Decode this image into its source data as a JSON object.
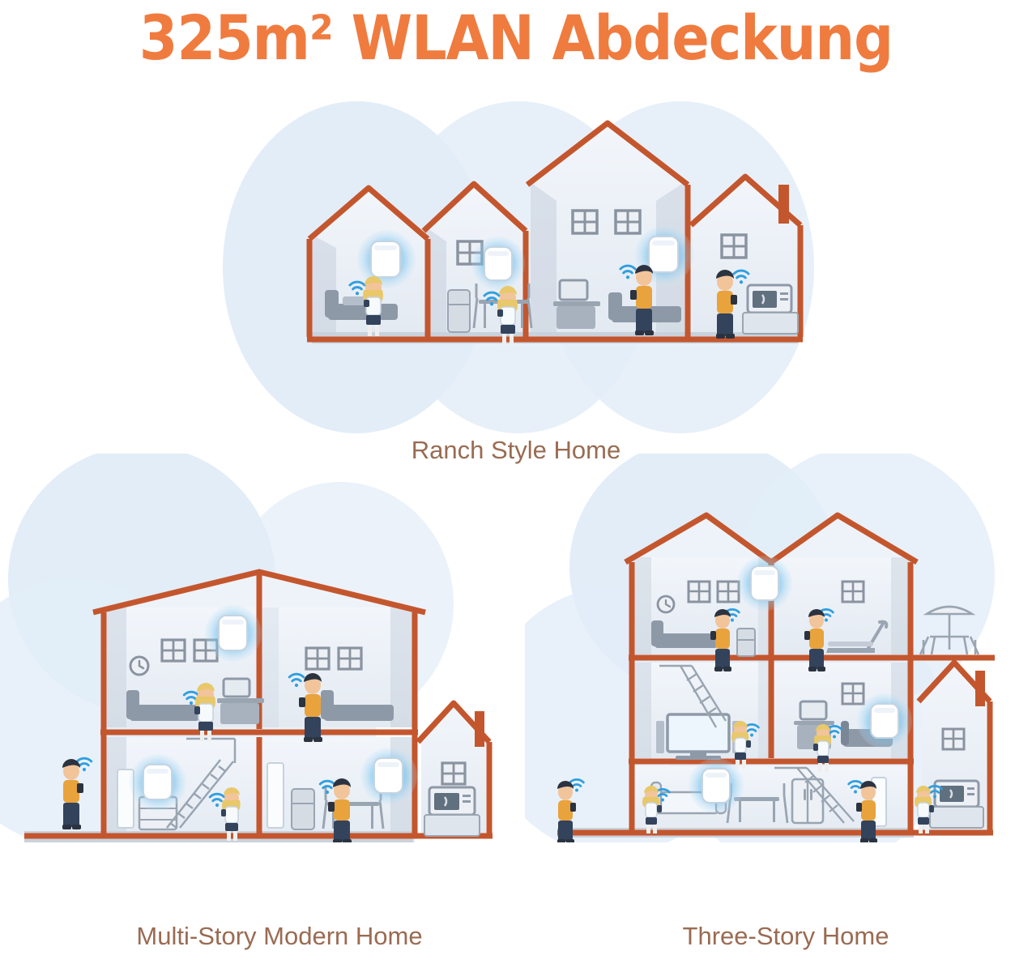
{
  "title": {
    "text": "325m² WLAN Abdeckung",
    "color": "#F07B3F",
    "coverage_area": "325m²",
    "technology": "WLAN",
    "word": "Abdeckung"
  },
  "captions": {
    "ranch": "Ranch Style Home",
    "multi": "Multi-Story Modern Home",
    "three": "Three-Story Home",
    "color": "#9A6B52"
  },
  "palette": {
    "background": "#FFFFFF",
    "title_orange": "#F07B3F",
    "roof_rust": "#C4562E",
    "coverage_blue": "#E2EDF8",
    "coverage_blue_overlap": "#CFE2F5",
    "wifi_icon_blue": "#2F9FE0",
    "device_highlight": "#39A6E8",
    "wall_gray": "#D8DEE6",
    "furniture_gray": "#8E99A8",
    "person_shirt": "#E8A33D",
    "person_pants": "#33435C",
    "person_hair_dark": "#2B3340",
    "person_hair_blonde": "#E8C86A",
    "window_outline": "#8A93A0"
  },
  "scenes": [
    {
      "id": "ranch",
      "name": "Ranch Style Home",
      "stories": 1,
      "coverage_bubbles": 3,
      "mesh_units": 3,
      "people": 4,
      "sections": [
        "bedroom",
        "kitchen-dining",
        "bedroom-office",
        "garage-annex"
      ],
      "furniture": [
        "bed",
        "refrigerator",
        "dining-table",
        "desk",
        "monitor",
        "microwave",
        "counter"
      ]
    },
    {
      "id": "multi",
      "name": "Multi-Story Modern Home",
      "stories": 2,
      "coverage_bubbles": 3,
      "mesh_units": 3,
      "people": 5,
      "sections": [
        "upper-bedroom-office",
        "upper-bedroom",
        "lower-hall-stairs",
        "lower-kitchen",
        "garage-annex"
      ],
      "furniture": [
        "bed",
        "desk",
        "printer",
        "clock",
        "nightstand",
        "staircase",
        "refrigerator",
        "dining-table",
        "microwave"
      ]
    },
    {
      "id": "three",
      "name": "Three-Story Home",
      "stories": 3,
      "coverage_bubbles": 4,
      "mesh_units": 3,
      "people": 7,
      "sections": [
        "top-bedroom",
        "top-gym",
        "mid-living-tv",
        "mid-office",
        "ground-living",
        "ground-kitchen",
        "garage-annex",
        "patio"
      ],
      "furniture": [
        "bed",
        "refrigerator",
        "treadmill",
        "patio-umbrella",
        "patio-table",
        "television",
        "staircase",
        "desk",
        "monitor",
        "sofa",
        "dining-table",
        "fridge-double",
        "microwave",
        "clock"
      ]
    }
  ],
  "icons": {
    "wifi": "wifi-icon",
    "mesh_unit": "mesh-router-icon",
    "window": "window-icon",
    "phone": "smartphone-icon",
    "microwave": "microwave-icon",
    "clock": "wall-clock-icon"
  }
}
